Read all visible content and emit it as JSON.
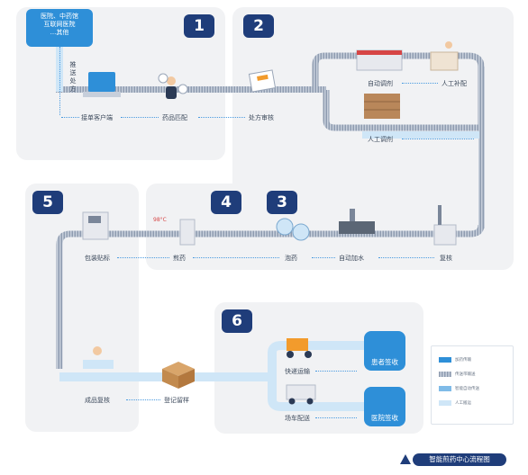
{
  "source": {
    "line1": "医院、中药馆",
    "line2": "互联网医院",
    "line3": "...其他"
  },
  "push_label": "推送处方",
  "steps": [
    "1",
    "2",
    "3",
    "4",
    "5",
    "6"
  ],
  "nodes": {
    "receive_client": "接单客户端",
    "herb_match": "药品匹配",
    "rx_review": "处方审核",
    "auto_dispense": "自动调剂",
    "manual_replenish": "人工补配",
    "manual_dispense": "人工调剂",
    "recheck": "复核",
    "auto_water": "自动加水",
    "soak": "泡药",
    "decoct": "煎药",
    "pack_label": "包装贴标",
    "final_check": "成品复核",
    "register_sample": "登记留样",
    "express": "快递运输",
    "patient_sign": "患者签收",
    "fleet": "场车配送",
    "hospital_sign": "医院签收"
  },
  "legend": {
    "item1": "加药传输",
    "item2": "传送带输送",
    "item3": "智能自动传送",
    "item4": "人工搬运"
  },
  "footer": "智能煎药中心流程图",
  "colors": {
    "navy": "#1f3d7a",
    "blue": "#2e8fd8",
    "belt": "#9aa6b8",
    "panel": "#f1f2f4",
    "light_blue": "#cfe6f7"
  }
}
